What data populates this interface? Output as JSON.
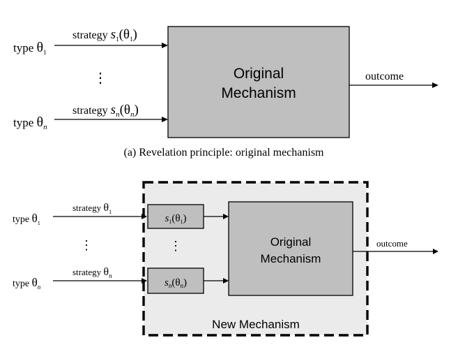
{
  "panel_a": {
    "inputs": [
      {
        "type_word": "type",
        "theta": "θ",
        "sub": "1",
        "strategy_word": "strategy",
        "s": "s",
        "s_sub": "1",
        "lp": "(",
        "s_theta": "θ",
        "s_theta_sub": "1",
        "rp": ")"
      },
      {
        "type_word": "type",
        "theta": "θ",
        "sub": "n",
        "strategy_word": "strategy",
        "s": "s",
        "s_sub": "n",
        "lp": "(",
        "s_theta": "θ",
        "s_theta_sub": "n",
        "rp": ")"
      }
    ],
    "dots": "⋮",
    "mechanism": {
      "line1": "Original",
      "line2": "Mechanism"
    },
    "outcome": "outcome",
    "caption": "(a) Revelation principle: original mechanism"
  },
  "panel_b": {
    "inputs": [
      {
        "type_word": "type",
        "theta": "θ",
        "sub": "1",
        "strategy_word": "strategy",
        "s_theta": "θ",
        "s_theta_sub": "1"
      },
      {
        "type_word": "type",
        "theta": "θ",
        "sub": "n",
        "strategy_word": "strategy",
        "s_theta": "θ",
        "s_theta_sub": "n"
      }
    ],
    "dots": "⋮",
    "inner_dots": "⋮",
    "strategy_boxes": [
      {
        "s": "s",
        "s_sub": "1",
        "lp": "(",
        "theta": "θ",
        "theta_sub": "1",
        "rp": ")"
      },
      {
        "s": "s",
        "s_sub": "n",
        "lp": "(",
        "theta": "θ",
        "theta_sub": "n",
        "rp": ")"
      }
    ],
    "mechanism": {
      "line1": "Original",
      "line2": "Mechanism"
    },
    "outcome": "outcome",
    "new_mechanism_label": "New Mechanism"
  }
}
